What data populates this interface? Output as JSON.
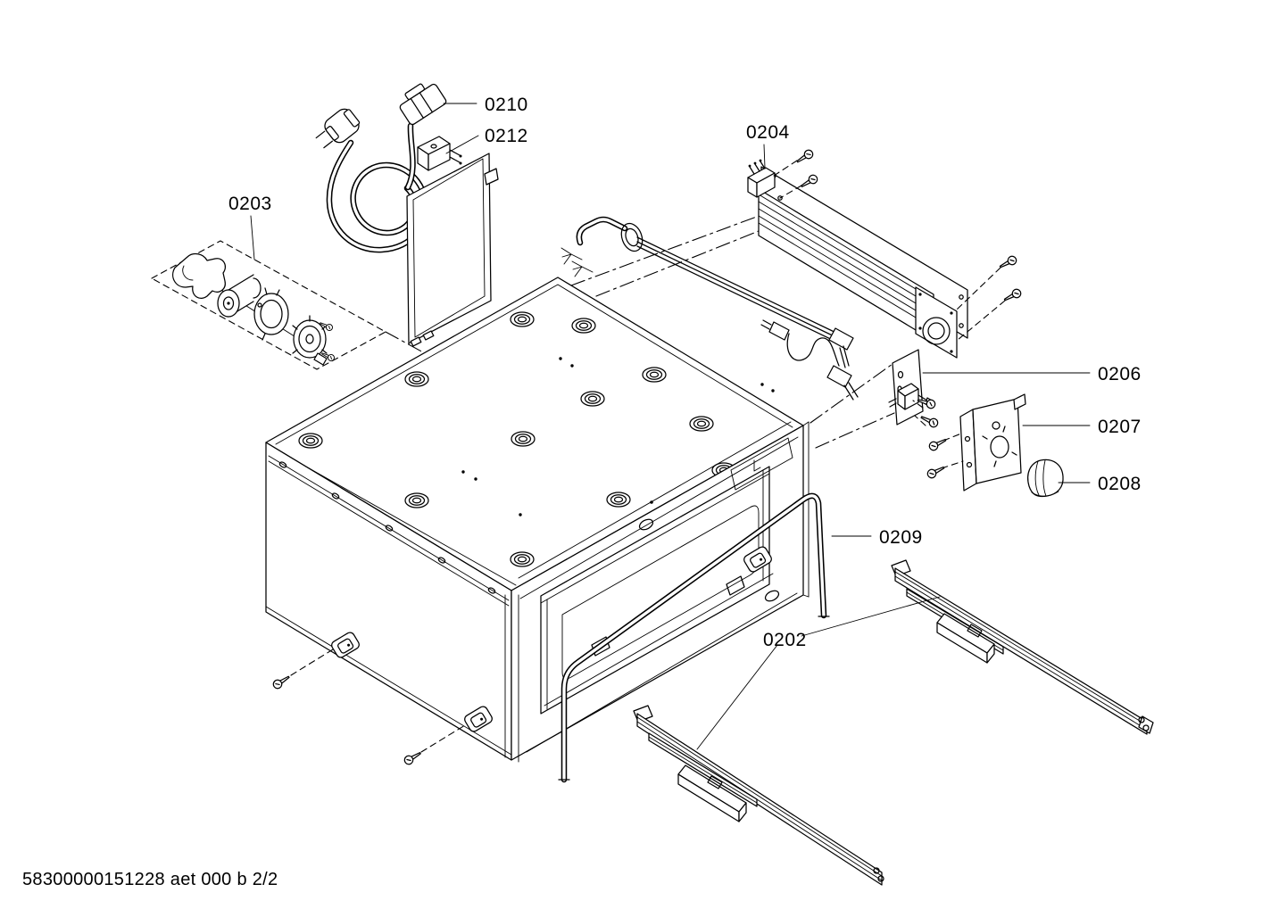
{
  "page": {
    "background_color": "#ffffff",
    "line_color": "#000000",
    "footer": {
      "doc_number": "58300000151228",
      "variant": "aet 000 b",
      "page_indicator": "2/2",
      "full_text": "58300000151228 aet 000 b 2/2"
    }
  },
  "diagram": {
    "type": "exploded-parts-diagram",
    "labels": {
      "l0202": {
        "ref": "0202",
        "part": "telescopic-rails"
      },
      "l0203": {
        "ref": "0203",
        "part": "fan-motor-assembly"
      },
      "l0204": {
        "ref": "0204",
        "part": "heating-element-assembly"
      },
      "l0206": {
        "ref": "0206",
        "part": "switch-plate"
      },
      "l0207": {
        "ref": "0207",
        "part": "mounting-bracket"
      },
      "l0208": {
        "ref": "0208",
        "part": "control-knob"
      },
      "l0209": {
        "ref": "0209",
        "part": "door-seal"
      },
      "l0210": {
        "ref": "0210",
        "part": "power-cord"
      },
      "l0212": {
        "ref": "0212",
        "part": "thermal-switch"
      }
    }
  }
}
